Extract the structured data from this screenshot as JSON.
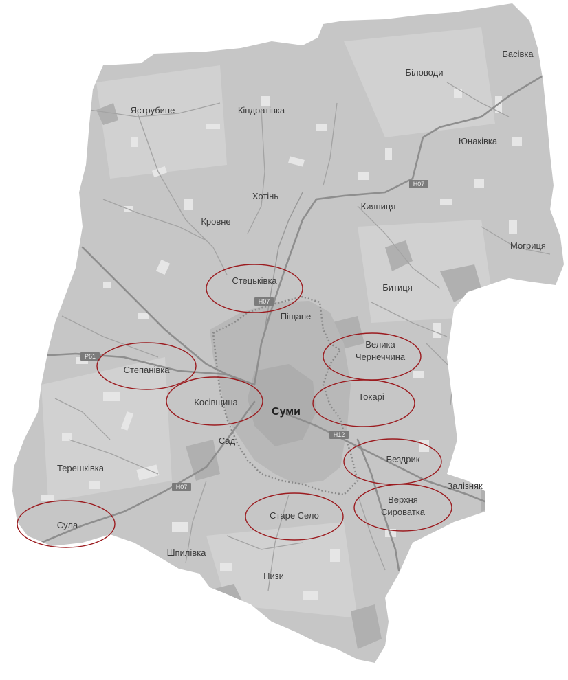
{
  "map": {
    "colors": {
      "land": "#c6c6c6",
      "land_edge": "#bdbdbd",
      "field": "#e4e4e4",
      "forest": "#b0b0b0",
      "urban": "#b9b9b9",
      "road_major": "#8e8e8e",
      "road_minor": "#a3a3a3",
      "boundary": "#8a8a8a",
      "shield": "#7b7b7b",
      "highlight_ring": "#9b1b1f"
    },
    "city": "Суми",
    "places": {
      "basivka": "Басівка",
      "bilovody": "Біловоди",
      "yastrubyne": "Яструбине",
      "kindrativka": "Кіндратівка",
      "yunakivka": "Юнаківка",
      "khotin": "Хотінь",
      "kyianytsia": "Кияниця",
      "krovne": "Кровне",
      "mohrytsia": "Могриця",
      "stetskivka": "Стецьківка",
      "bytytsia": "Битиця",
      "pishchane": "Піщане",
      "velyka_chernechchyna_1": "Велика",
      "velyka_chernechchyna_2": "Чернеччина",
      "stepanivka": "Степанівка",
      "kosivshchyna": "Косівщина",
      "tokari": "Токарі",
      "sad": "Сад",
      "bezdryk": "Бездрик",
      "tereshkivka": "Терешківка",
      "zalizniak": "Залізняк",
      "verkhnia_syrovatka_1": "Верхня",
      "verkhnia_syrovatka_2": "Сироватка",
      "stare_selo": "Старе Село",
      "sula": "Сула",
      "shpylivka": "Шпилівка",
      "nyzy": "Низи"
    },
    "road_shields": {
      "h07_ne": "Н07",
      "h07_center": "Н07",
      "h07_sw": "Н07",
      "p61": "Р61",
      "h12": "Н12"
    },
    "highlighted": [
      "Стецьківка",
      "Степанівка",
      "Косівщина",
      "Велика Чернеччина",
      "Токарі",
      "Бездрик",
      "Верхня Сироватка",
      "Старе Село",
      "Сула"
    ]
  }
}
